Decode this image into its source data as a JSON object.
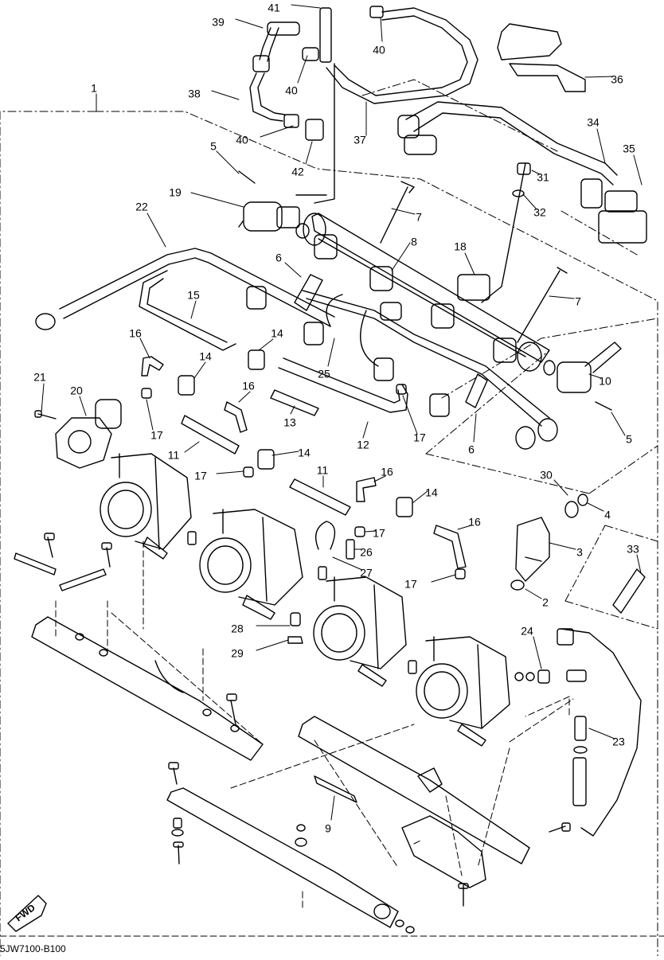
{
  "diagram": {
    "part_code": "5JW7100-B100",
    "fwd_label": "FWD",
    "callouts": [
      "1",
      "2",
      "3",
      "4",
      "5",
      "5",
      "6",
      "6",
      "7",
      "7",
      "8",
      "9",
      "10",
      "11",
      "11",
      "12",
      "13",
      "14",
      "14",
      "14",
      "14",
      "15",
      "16",
      "16",
      "16",
      "16",
      "17",
      "17",
      "17",
      "17",
      "17",
      "18",
      "19",
      "20",
      "21",
      "22",
      "23",
      "24",
      "25",
      "26",
      "27",
      "28",
      "29",
      "30",
      "31",
      "32",
      "33",
      "34",
      "35",
      "36",
      "37",
      "38",
      "39",
      "40",
      "40",
      "40",
      "41",
      "42"
    ]
  }
}
